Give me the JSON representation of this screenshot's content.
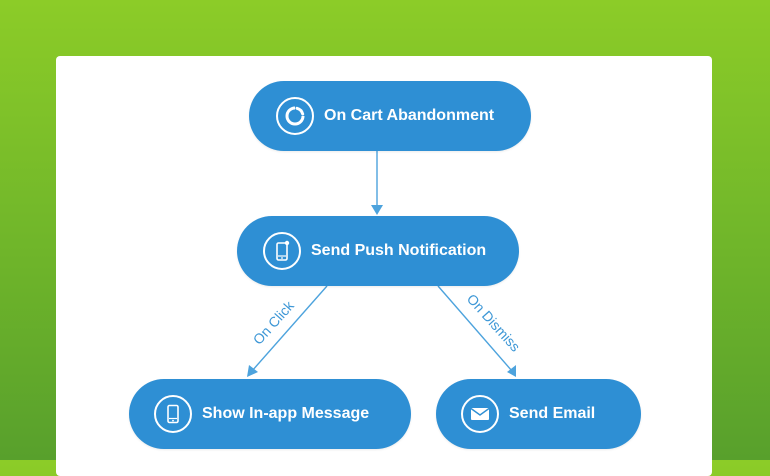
{
  "nodes": {
    "trigger": {
      "label": "On Cart Abandonment",
      "icon": "cycle-icon"
    },
    "push": {
      "label": "Send Push Notification",
      "icon": "phone-notification-icon"
    },
    "inapp": {
      "label": "Show In-app Message",
      "icon": "smartphone-icon"
    },
    "email": {
      "label": "Send Email",
      "icon": "envelope-icon"
    }
  },
  "edges": {
    "click": {
      "label": "On Click"
    },
    "dismiss": {
      "label": "On Dismiss"
    }
  },
  "colors": {
    "node_fill": "#2e8fd4",
    "arrow": "#4da3dd",
    "background_top": "#8ccc28",
    "background_bottom": "#58a02c"
  }
}
